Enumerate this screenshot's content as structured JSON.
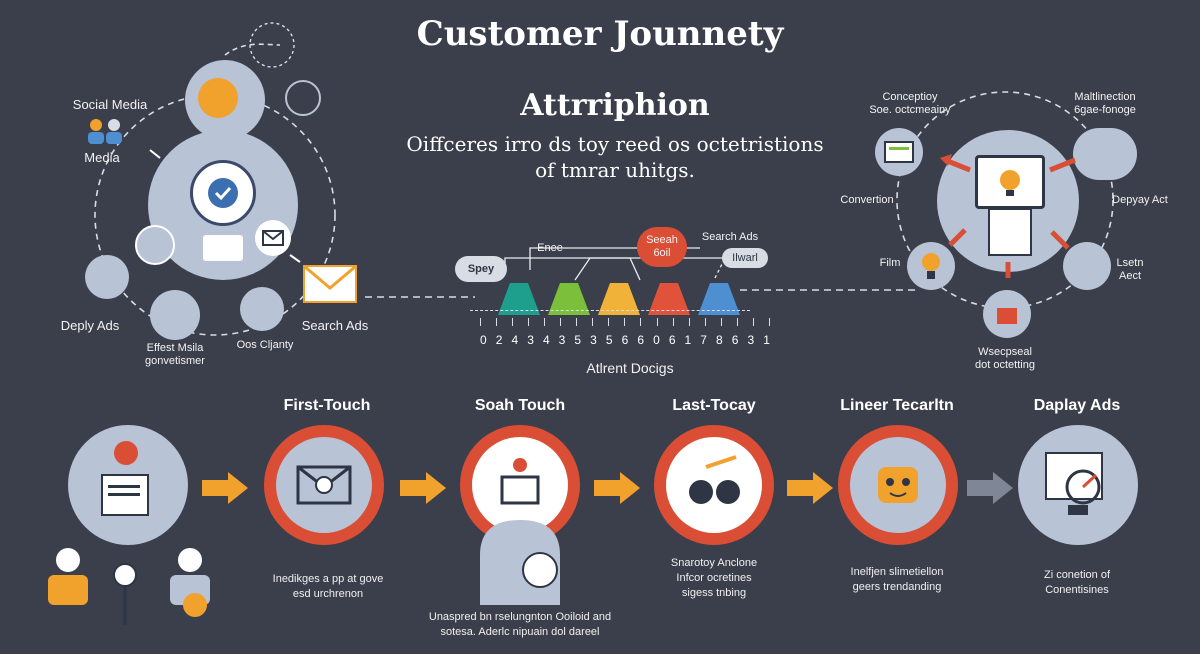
{
  "header": {
    "title": "Customer Jounnety",
    "subtitle": "Attrriphion",
    "tagline_line1": "Oiffceres irro ds toy reed os octetristions",
    "tagline_line2": "of tmrar uhitgs."
  },
  "left_cluster": {
    "social_media": "Social Media",
    "media": "Media",
    "deply_ads": "Deply Ads",
    "effect_media": "Effest Msila",
    "effect_media_sub": "gonvetismer",
    "oos_clarity": "Oos Cljanty",
    "search_ads": "Search Ads"
  },
  "center_timeline": {
    "spey": "Spey",
    "enee": "Enee",
    "search_badge_line1": "Seeah",
    "search_badge_line2": "6oil",
    "search_ads_label": "Search Ads",
    "ilwarl": "Ilwarl",
    "digits": [
      "0",
      "2",
      "4",
      "3",
      "4",
      "3",
      "5",
      "3",
      "5",
      "6",
      "6",
      "0",
      "6",
      "1",
      "7",
      "8",
      "6",
      "3",
      "1"
    ],
    "caption": "Atlrent Docigs",
    "bar_colors": [
      "#1e9e8d",
      "#7cbf3a",
      "#f1b23a",
      "#e0533a",
      "#4d8fd0"
    ]
  },
  "right_cluster": {
    "conceptioy_line1": "Conceptioy",
    "conceptioy_line2": "Soe. octcmeainy",
    "malination_line1": "Maltlinection",
    "malination_line2": "6gae-fonoge",
    "convertion": "Convertion",
    "depyay_act": "Depyay Act",
    "film": "Film",
    "lestin_line1": "Lsetn",
    "lestin_line2": "Aect",
    "wsecpseal_line1": "Wsecpseal",
    "wsecpseal_line2": "dot octetting"
  },
  "stages": [
    {
      "title": "",
      "caption": "Inedikges a pp at gove\nesd urchrenon"
    },
    {
      "title": "First-Touch",
      "caption": ""
    },
    {
      "title": "Soah Touch",
      "caption": "Unaspred bn rselungnton Ooiloid and\nsotesa. Aderlc nipuain dol dareel"
    },
    {
      "title": "Last-Tocay",
      "caption": "Snarotoy Anclone\nInfcor ocretines\nsigess tnbing"
    },
    {
      "title": "Lineer Tecarltn",
      "caption": "Inelfjen slimetiellon\ngeers trendanding"
    },
    {
      "title": "Daplay Ads",
      "caption": "Zi conetion of\nConentisines"
    }
  ],
  "colors": {
    "background": "#3b3f4b",
    "node_fill": "#b8c3d6",
    "accent_red": "#d94e35",
    "arrow_orange": "#f0a22d",
    "arrow_grey": "#7f8796"
  }
}
